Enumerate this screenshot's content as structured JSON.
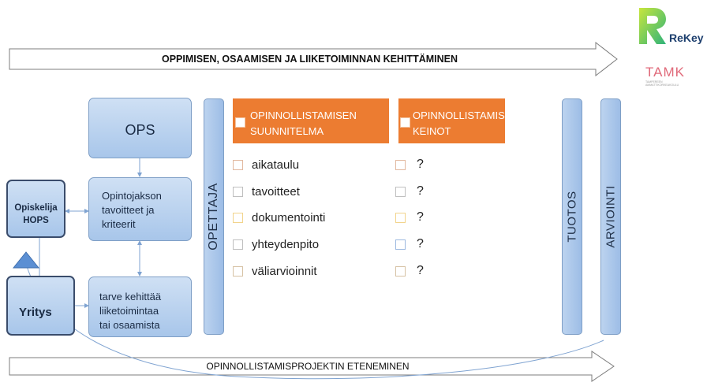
{
  "top_arrow": {
    "label": "OPPIMISEN, OSAAMISEN JA LIIKETOIMINNAN KEHITTÄMINEN"
  },
  "bottom_arrow": {
    "label": "OPINNOLLISTAMISPROJEKTIN ETENEMINEN"
  },
  "left_boxes": {
    "opiskelija": [
      "Opiskelija",
      "HOPS"
    ],
    "yritys": "Yritys"
  },
  "middle_boxes": {
    "ops": "OPS",
    "opintojakso": [
      "Opintojakson",
      "tavoitteet ja",
      "kriteerit"
    ],
    "tarve": [
      "tarve kehittää",
      "liiketoimintaa",
      "tai osaamista"
    ]
  },
  "vertical_bars": {
    "opettaja": "OPETTAJA",
    "tuotos": "TUOTOS",
    "arviointi": "ARVIOINTI"
  },
  "plan_header": [
    "OPINNOLLISTAMISEN",
    "SUUNNITELMA"
  ],
  "means_header": [
    "OPINNOLLISTAMISEN",
    "KEINOT"
  ],
  "plan_items": [
    {
      "label": "aikataulu",
      "color": "#e2b9a0"
    },
    {
      "label": "tavoitteet",
      "color": "#bfbfbf"
    },
    {
      "label": "dokumentointi",
      "color": "#f2d48c"
    },
    {
      "label": "yhteydenpito",
      "color": "#bfbfbf"
    },
    {
      "label": "väliarvioinnit",
      "color": "#d6c2a4"
    }
  ],
  "means_items": [
    {
      "label": "?",
      "color": "#e2b9a0"
    },
    {
      "label": "?",
      "color": "#bfbfbf"
    },
    {
      "label": "?",
      "color": "#f2d48c"
    },
    {
      "label": "?",
      "color": "#9db9e0"
    },
    {
      "label": "?",
      "color": "#d6c2a4"
    }
  ],
  "logos": {
    "rekey": "ReKey",
    "tamk": "TAMK",
    "tamk_subtitle": [
      "TAMPEREEN",
      "AMMATTIKORKEAKOULU"
    ]
  }
}
